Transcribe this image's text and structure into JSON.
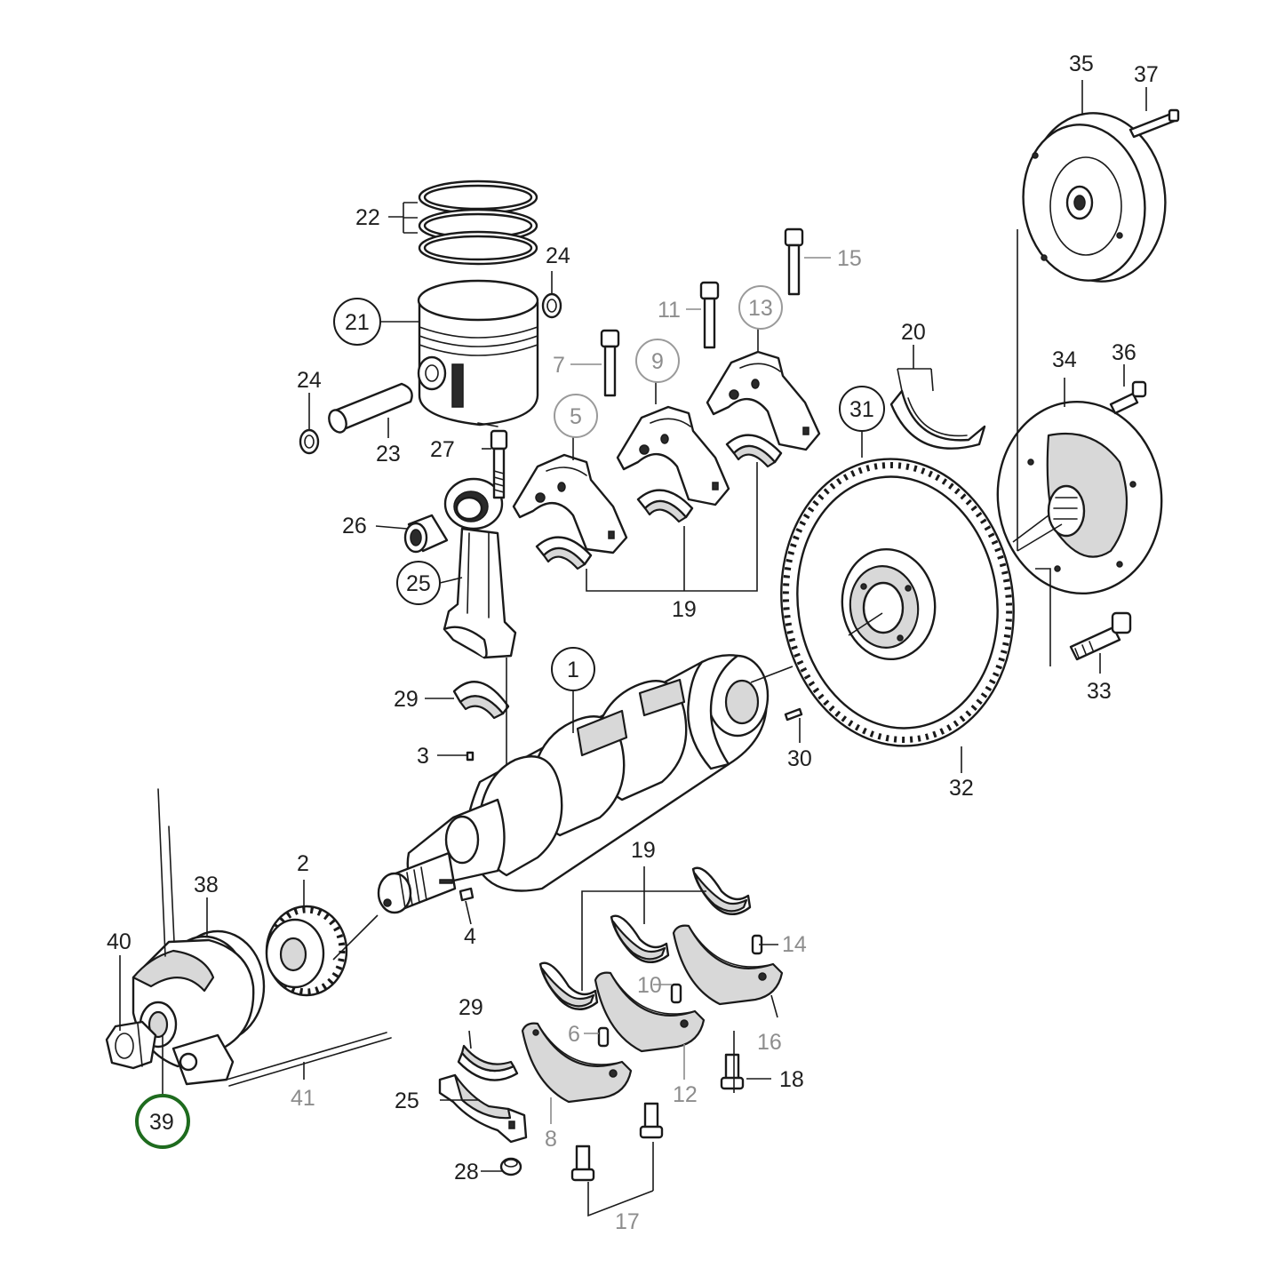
{
  "callouts": {
    "c1": "1",
    "c2": "2",
    "c3": "3",
    "c4": "4",
    "c5": "5",
    "c6": "6",
    "c7": "7",
    "c8": "8",
    "c9": "9",
    "c10": "10",
    "c11": "11",
    "c12": "12",
    "c13": "13",
    "c14": "14",
    "c15": "15",
    "c16": "16",
    "c17": "17",
    "c18": "18",
    "c19a": "19",
    "c19b": "19",
    "c20": "20",
    "c21": "21",
    "c22": "22",
    "c23": "23",
    "c24a": "24",
    "c24b": "24",
    "c25a": "25",
    "c25b": "25",
    "c26": "26",
    "c27": "27",
    "c28": "28",
    "c29a": "29",
    "c29b": "29",
    "c30": "30",
    "c31": "31",
    "c32": "32",
    "c33": "33",
    "c34": "34",
    "c35": "35",
    "c36": "36",
    "c37": "37",
    "c38": "38",
    "c39": "39",
    "c40": "40",
    "c41": "41"
  },
  "colors": {
    "highlight": "#1e6b1e",
    "line": "#1a1a1a",
    "muted_label": "#8d8d8d"
  }
}
